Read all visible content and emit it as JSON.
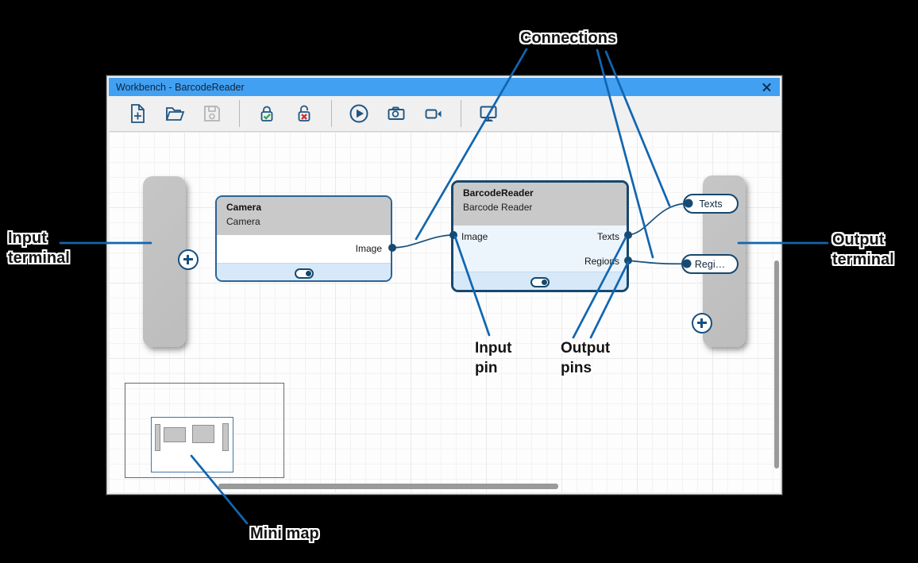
{
  "window": {
    "title": "Workbench - BarcodeReader",
    "toolbar_icon_names": [
      "new-file-icon",
      "open-project-icon",
      "save-icon",
      "lock-icon",
      "unlock-icon",
      "run-icon",
      "snapshot-icon",
      "record-icon",
      "display-icon"
    ],
    "close_icon_name": "close-icon"
  },
  "nodes": {
    "camera": {
      "title": "Camera",
      "subtitle": "Camera",
      "pin_image": "Image"
    },
    "reader": {
      "title": "BarcodeReader",
      "subtitle": "Barcode Reader",
      "pin_image": "Image",
      "pin_texts": "Texts",
      "pin_regions": "Regions"
    }
  },
  "terminals": {
    "output": {
      "pill_texts": "Texts",
      "pill_regions": "Regi…"
    },
    "add_icon_name": "plus-icon"
  },
  "annotations": {
    "connections": "Connections",
    "input_terminal_line1": "Input",
    "input_terminal_line2": "terminal",
    "output_terminal_line1": "Output",
    "output_terminal_line2": "terminal",
    "input_pin_line1": "Input",
    "input_pin_line2": "pin",
    "output_pins_line1": "Output",
    "output_pins_line2": "pins",
    "mini_map": "Mini map"
  },
  "colors": {
    "titlebar_blue": "#42a0f2",
    "annotation_line_blue": "#1166b0",
    "node_border_blue": "#17486e",
    "connection_blue": "#17517e",
    "terminal_gray": "#c1c1c1",
    "toolbar_icon_navy": "#1f5582",
    "check_green": "#2fa84f",
    "cross_red": "#d03030"
  }
}
